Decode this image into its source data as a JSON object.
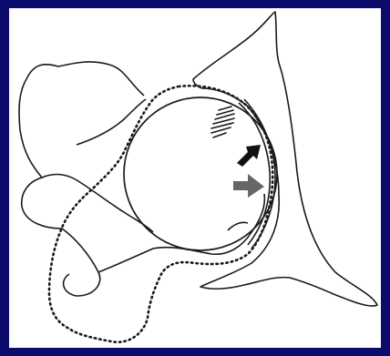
{
  "colors": {
    "frame": "#0b0b6b",
    "canvas": "#ffffff",
    "ink": "#1a1a1a",
    "arrow_black": "#111111",
    "arrow_gray": "#666666"
  },
  "diagram": {
    "elements": [
      "femur-outline-solid",
      "femur-outline-dotted",
      "femoral-head",
      "acetabulum-outline",
      "acetabular-rim-contact",
      "hatching-mark",
      "black-arrow",
      "gray-arrow"
    ]
  }
}
